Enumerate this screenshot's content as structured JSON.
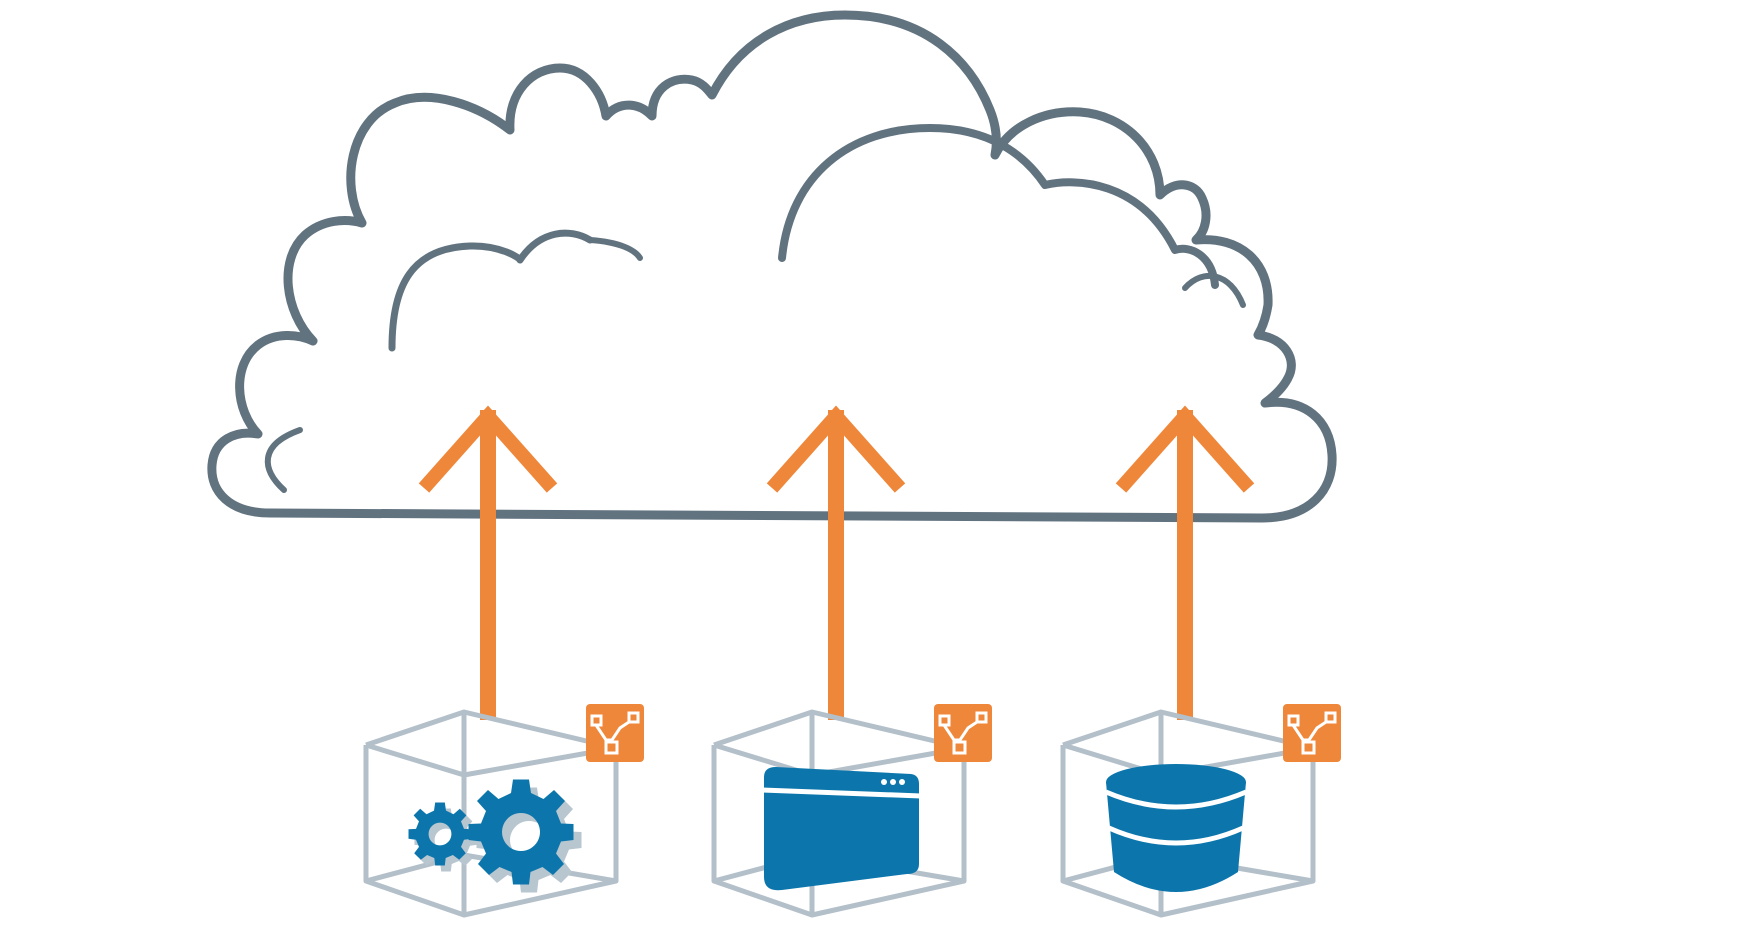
{
  "colors": {
    "cloud_outline": "#627380",
    "arrow": "#ef873a",
    "cube_frame": "#b3c0ca",
    "icon_fill": "#0c76ac",
    "icon_shadow": "#b8c6d0",
    "badge_fill": "#ef873a",
    "badge_symbol": "#ffffff",
    "background": "#ffffff"
  },
  "cloud": {
    "icon": "cloud-outline"
  },
  "upload_arrows": [
    {
      "icon": "arrow-up"
    },
    {
      "icon": "arrow-up"
    },
    {
      "icon": "arrow-up"
    }
  ],
  "containers": [
    {
      "content_icon": "gears-icon",
      "badge_icon": "network-tree-icon"
    },
    {
      "content_icon": "browser-window-icon",
      "badge_icon": "network-tree-icon"
    },
    {
      "content_icon": "database-icon",
      "badge_icon": "network-tree-icon"
    }
  ]
}
